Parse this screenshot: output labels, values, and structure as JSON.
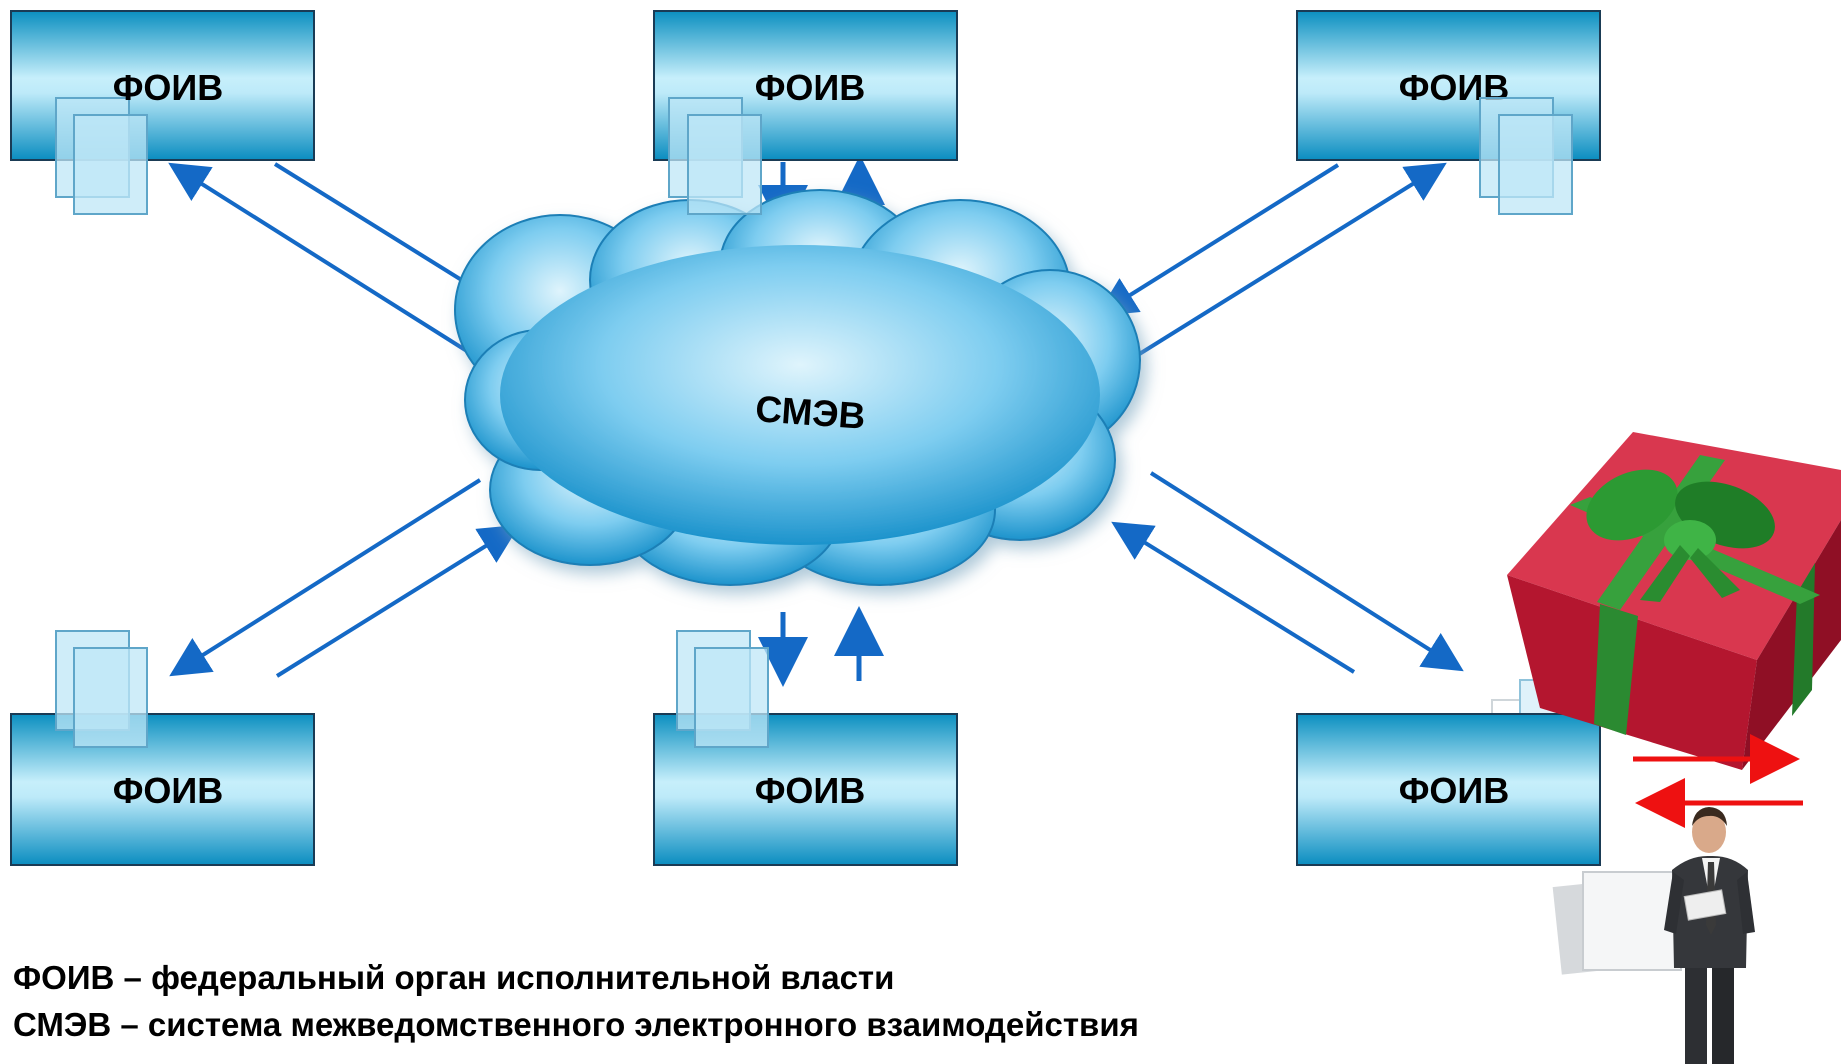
{
  "nodes": [
    {
      "id": "top-left",
      "label": "ФОИВ"
    },
    {
      "id": "top-center",
      "label": "ФОИВ"
    },
    {
      "id": "top-right",
      "label": "ФОИВ"
    },
    {
      "id": "bottom-left",
      "label": "ФОИВ"
    },
    {
      "id": "bottom-center",
      "label": "ФОИВ"
    },
    {
      "id": "bottom-right",
      "label": "ФОИВ"
    }
  ],
  "hub": {
    "label": "СМЭВ"
  },
  "legend": {
    "line1": "ФОИВ – федеральный орган исполнительной власти",
    "line2": "СМЭВ – система межведомственного электронного взаимодействия"
  },
  "colors": {
    "box_top": "#0597c6",
    "box_mid": "#b8e8f8",
    "box_bottom": "#0595c6",
    "cloud_center": "#d4effb",
    "cloud_edge": "#1e98cf",
    "arrow": "#1469c6",
    "red_arrow": "#ee1111",
    "gift": "#c61f3a",
    "ribbon": "#2e8f34"
  },
  "icons": [
    "document-icon",
    "gift-box-icon",
    "businessman-icon"
  ]
}
